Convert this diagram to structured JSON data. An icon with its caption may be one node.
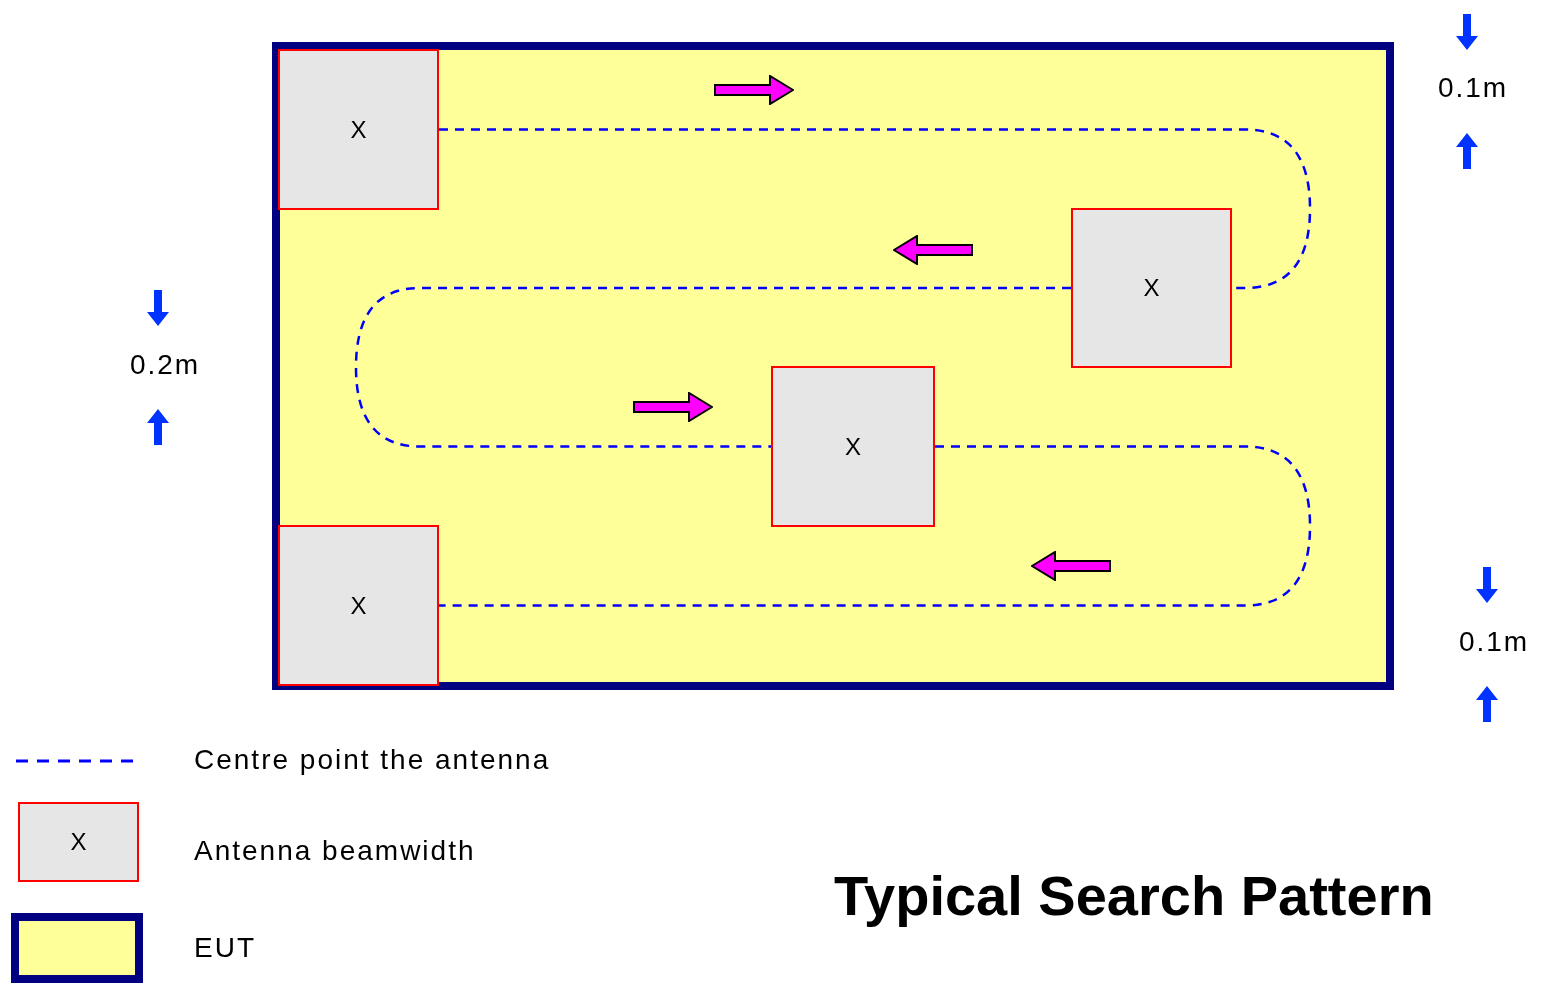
{
  "diagram": {
    "title": "Typical Search Pattern",
    "nodes": [
      {
        "text": [],
        "shape": "box"
      },
      {
        "text": [
          "X"
        ],
        "in": 0
      },
      {
        "text": [
          "X"
        ],
        "in": 0
      },
      {
        "text": [
          "X"
        ],
        "in": 0
      },
      {
        "text": [
          "X"
        ],
        "in": 0
      }
    ],
    "edges": [
      {
        "from": 1,
        "to": 2,
        "arrow": "none",
        "style": "dashed",
        "color": "#0000ff"
      },
      {
        "from": 2,
        "to": 3,
        "arrow": "none",
        "style": "dashed",
        "color": "#0000ff"
      },
      {
        "from": 3,
        "to": 4,
        "arrow": "none",
        "style": "dashed",
        "color": "#0000ff"
      }
    ],
    "labels": [
      "0.1m",
      "0.2m",
      "0.1m",
      "X"
    ],
    "legend": [
      {
        "text": "Centre point the antenna"
      },
      {
        "text": "Antenna beamwidth"
      },
      {
        "text": "EUT"
      }
    ]
  }
}
